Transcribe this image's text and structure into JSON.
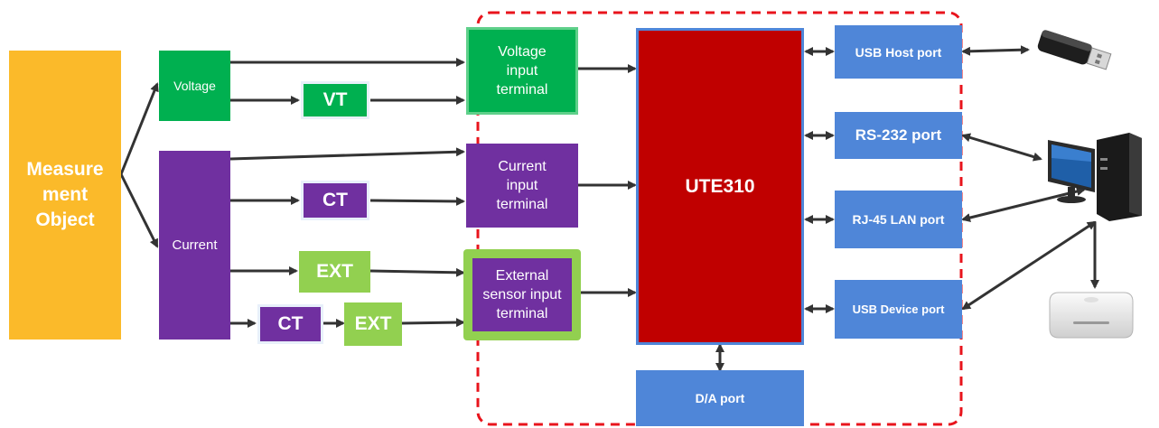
{
  "colors": {
    "orange": "#FBBA2A",
    "green_dark": "#00B050",
    "green_light": "#92D050",
    "purple": "#7030A0",
    "red": "#C00000",
    "blue": "#4F86D8",
    "dashed": "#E8141C",
    "line": "#333333"
  },
  "nodes": {
    "measurement_object": "Measure\nment\nObject",
    "voltage": "Voltage",
    "current": "Current",
    "vt": "VT",
    "ct_1": "CT",
    "ext_1": "EXT",
    "ct_2": "CT",
    "ext_2": "EXT",
    "voltage_terminal": "Voltage\ninput\nterminal",
    "current_terminal": "Current\ninput\nterminal",
    "external_terminal": "External\nsensor input\nterminal",
    "ute310": "UTE310",
    "usb_host": "USB Host port",
    "rs232": "RS-232 port",
    "rj45": "RJ-45 LAN port",
    "usb_device": "USB Device port",
    "da_port": "D/A port"
  },
  "icons": {
    "usb_stick": "usb-stick-icon",
    "computer": "desktop-computer-icon",
    "mac_mini": "mini-pc-icon"
  }
}
